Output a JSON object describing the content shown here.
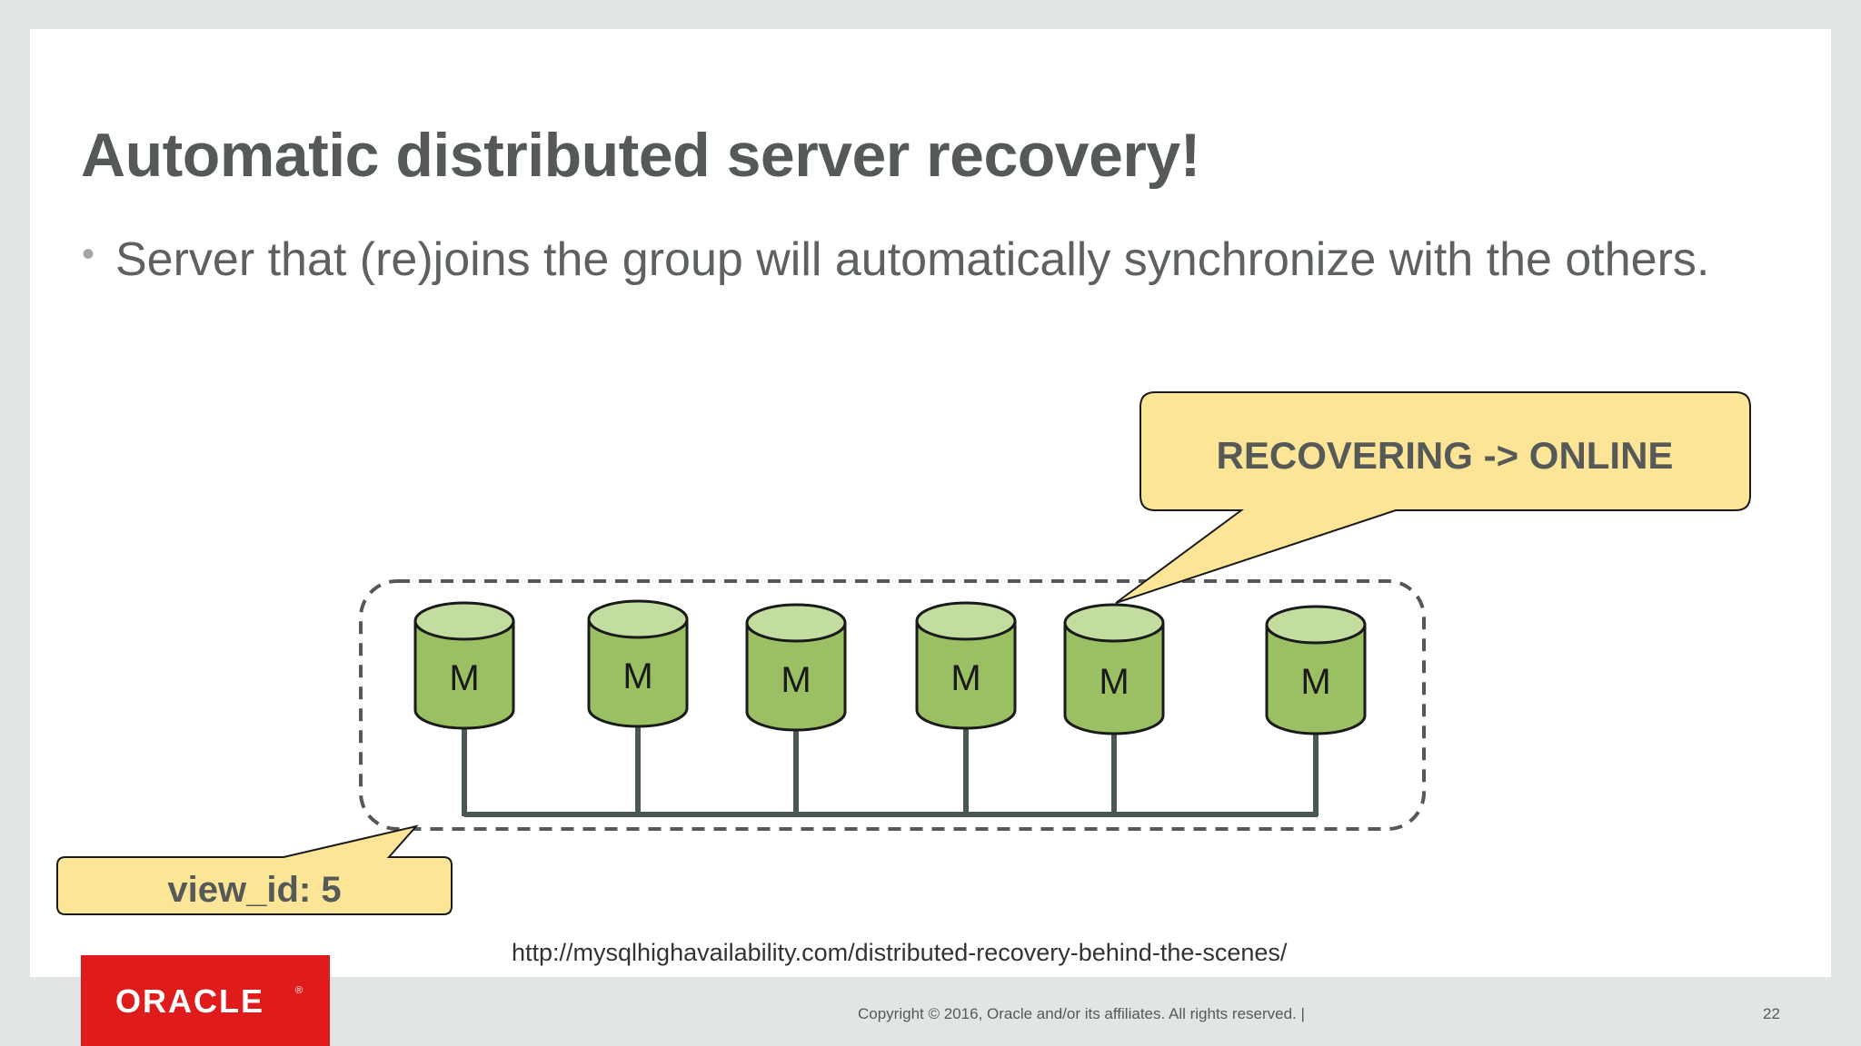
{
  "slide": {
    "title": "Automatic distributed server recovery!",
    "bullet": "Server that (re)joins the group will automatically synchronize with the others.",
    "diagram": {
      "servers": [
        {
          "label": "M"
        },
        {
          "label": "M"
        },
        {
          "label": "M"
        },
        {
          "label": "M"
        },
        {
          "label": "M"
        },
        {
          "label": "M"
        }
      ],
      "status_callout": "RECOVERING -> ONLINE",
      "view_callout": "view_id: 5"
    },
    "url": "http://mysqlhighavailability.com/distributed-recovery-behind-the-scenes/"
  },
  "footer": {
    "logo_text": "ORACLE",
    "logo_mark": "®",
    "copyright": "Copyright © 2016, Oracle and/or its affiliates. All rights reserved.  |",
    "page_number": "22"
  },
  "colors": {
    "server_body": "#9bc064",
    "server_top": "#c3dca0",
    "callout_fill": "#fde597",
    "oracle_red": "#e01b1b"
  }
}
